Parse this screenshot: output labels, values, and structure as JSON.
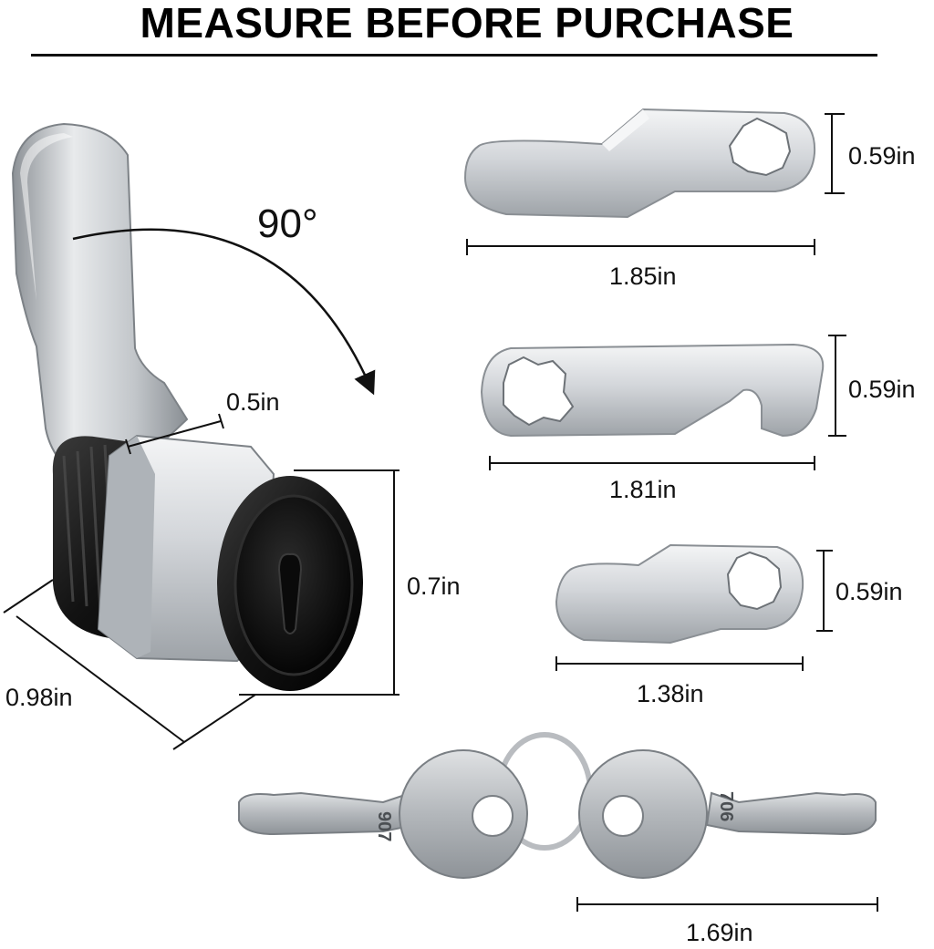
{
  "header": {
    "title": "MEASURE BEFORE PURCHASE"
  },
  "lock": {
    "rotation": "90°",
    "hex_width": "0.5in",
    "cylinder_diameter": "0.7in",
    "body_length": "0.98in"
  },
  "cams": [
    {
      "height": "0.59in",
      "length": "1.85in"
    },
    {
      "height": "0.59in",
      "length": "1.81in"
    },
    {
      "height": "0.59in",
      "length": "1.38in"
    }
  ],
  "keys": {
    "length": "1.69in",
    "left_key_code": "907",
    "right_key_code": "706"
  },
  "colors": {
    "metal": "#c9ccd0",
    "black_body": "#121212",
    "line": "#111111"
  }
}
